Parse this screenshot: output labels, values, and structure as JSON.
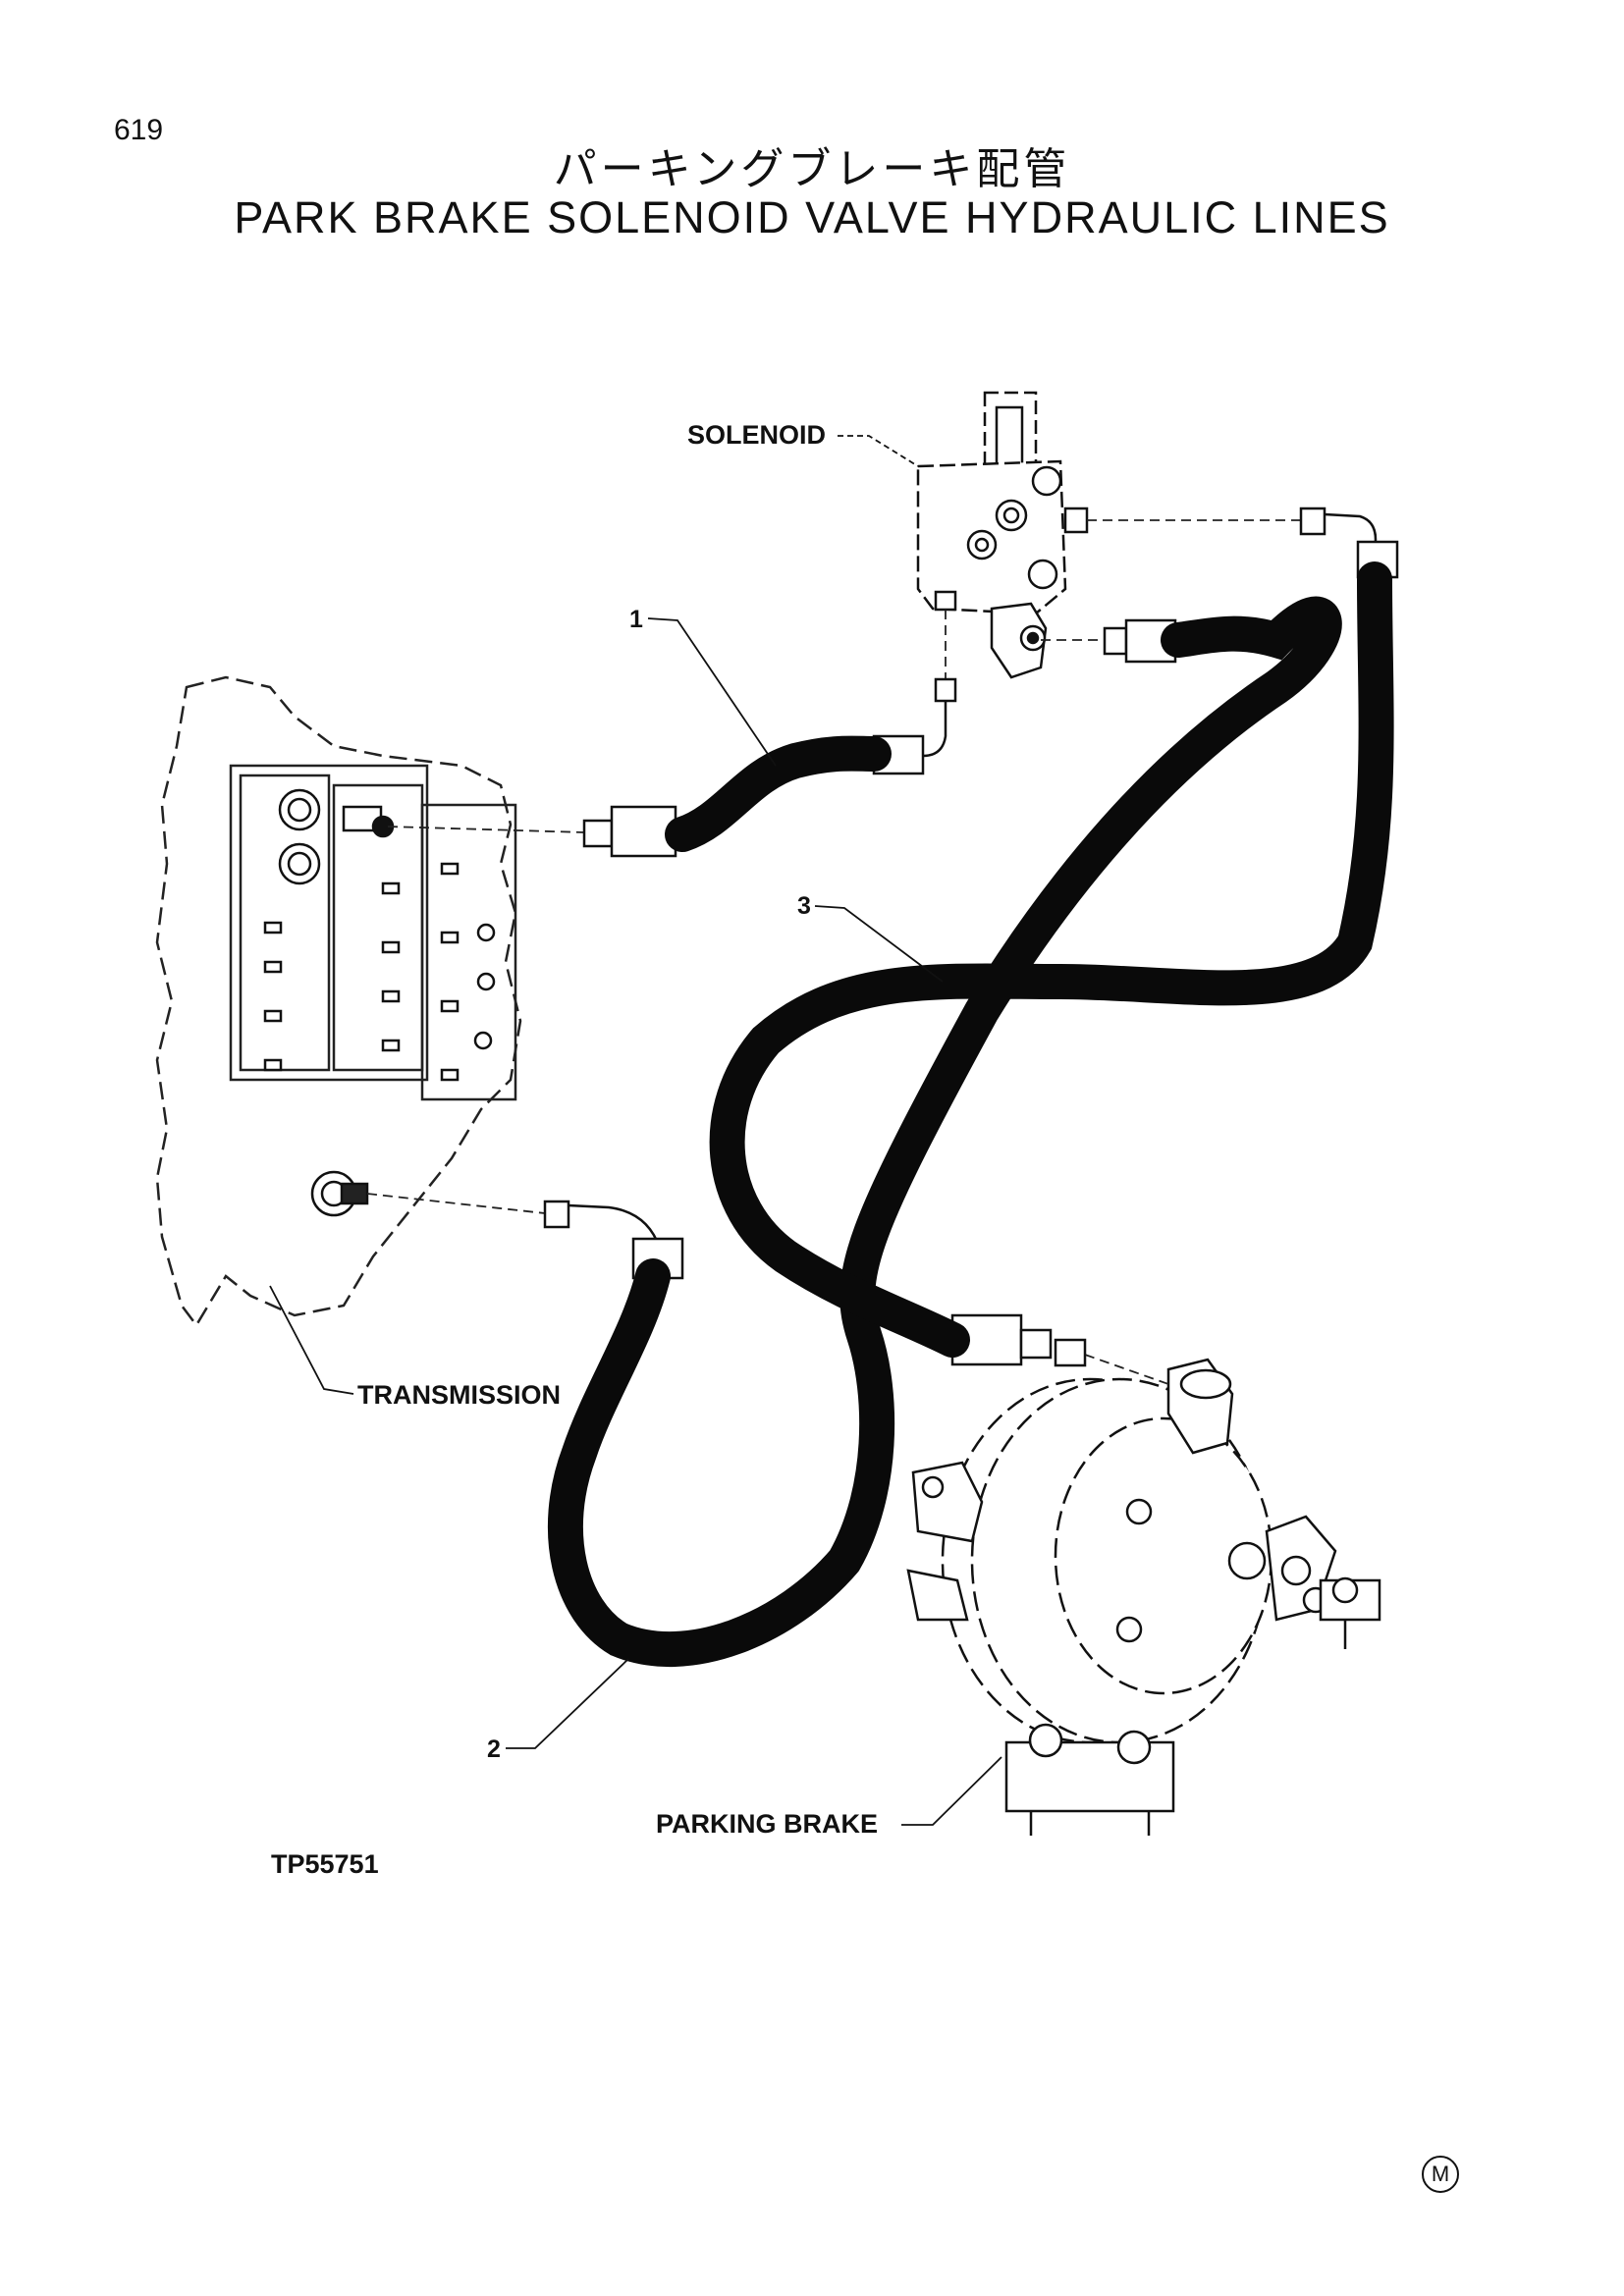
{
  "page_number": "619",
  "title_jp": "パーキングブレーキ配管",
  "title_en": "PARK BRAKE SOLENOID VALVE HYDRAULIC LINES",
  "labels": {
    "solenoid": "SOLENOID",
    "transmission": "TRANSMISSION",
    "parking_brake": "PARKING BRAKE"
  },
  "callouts": {
    "hose_1": "1",
    "hose_2": "2",
    "hose_3": "3"
  },
  "figure_id": "TP55751",
  "corner_mark": "M"
}
